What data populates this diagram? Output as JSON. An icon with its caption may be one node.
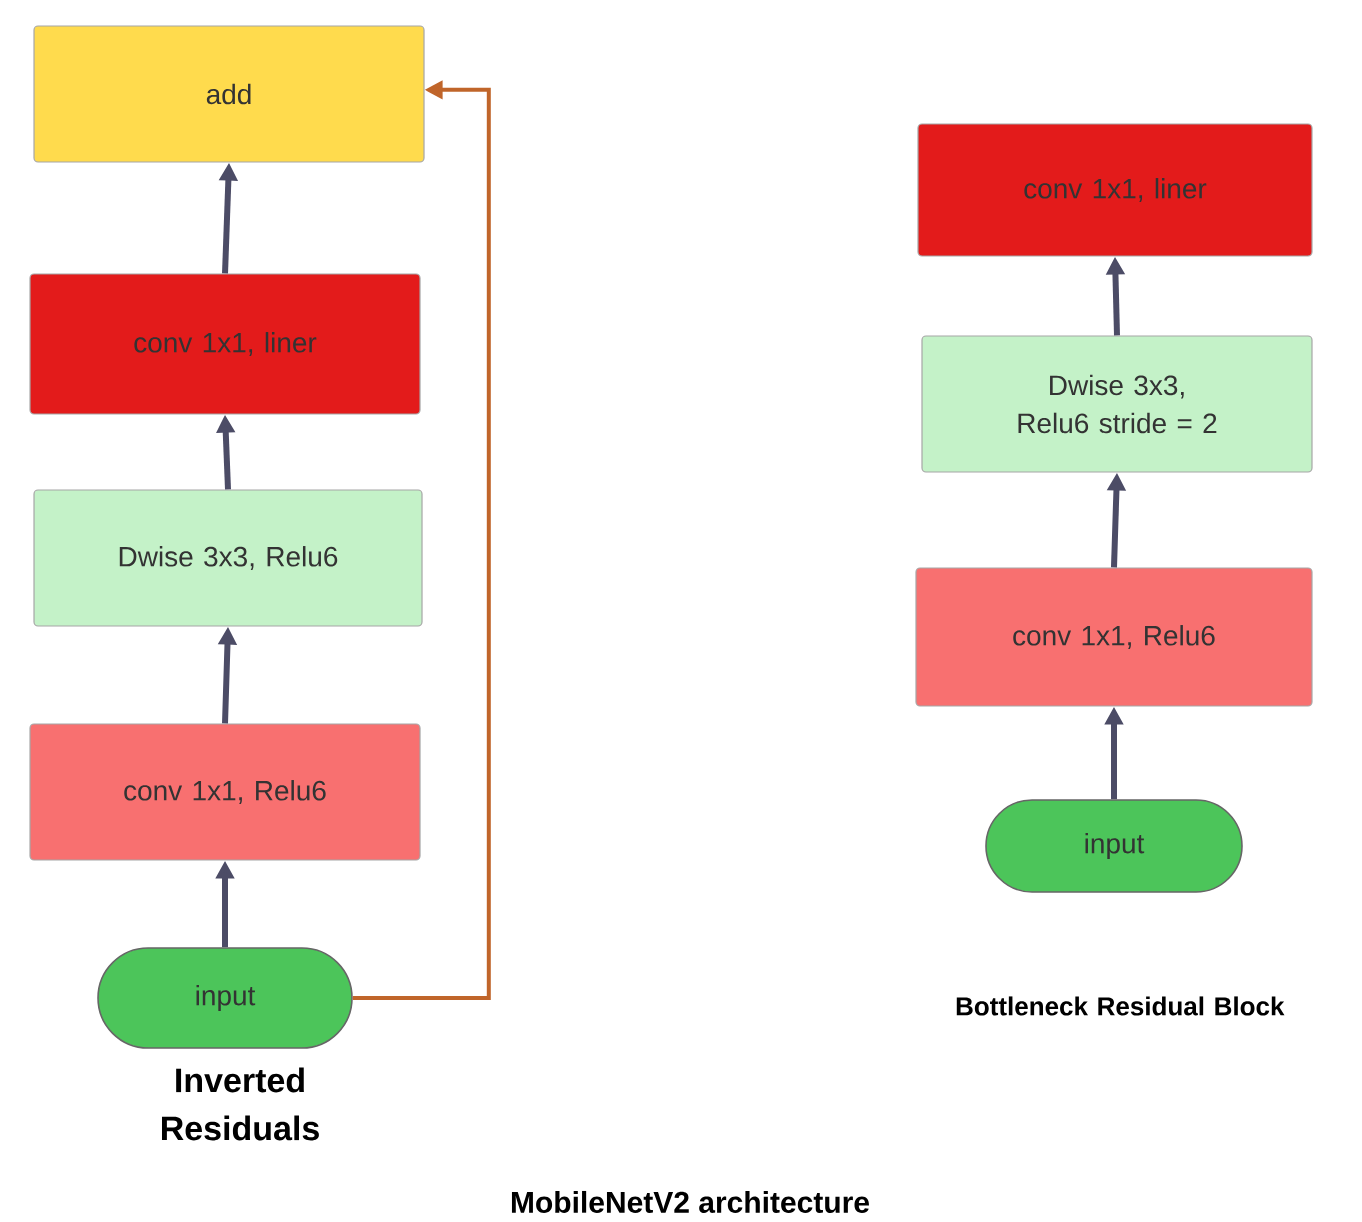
{
  "diagram": {
    "caption": "MobileNetV2 architecture",
    "nodes": [
      {
        "text": [
          "add"
        ]
      },
      {
        "text": [
          "conv 1x1, liner"
        ]
      },
      {
        "text": [
          "Dwise 3x3, Relu6"
        ]
      },
      {
        "text": [
          "conv 1x1, Relu6"
        ]
      },
      {
        "text": [
          "input"
        ]
      },
      {
        "text": [
          "conv 1x1, liner"
        ]
      },
      {
        "text": [
          "Dwise 3x3, Relu6 stride = 2"
        ]
      },
      {
        "text": [
          "conv 1x1, Relu6"
        ]
      },
      {
        "text": [
          "input"
        ]
      }
    ],
    "edges": [
      {
        "from": 4,
        "to": 3,
        "arrow": "to"
      },
      {
        "from": 3,
        "to": 2,
        "arrow": "to"
      },
      {
        "from": 2,
        "to": 1,
        "arrow": "to"
      },
      {
        "from": 1,
        "to": 0,
        "arrow": "to"
      },
      {
        "from": 4,
        "to": 0,
        "arrow": "to",
        "color": "#c0652a"
      },
      {
        "from": 8,
        "to": 7,
        "arrow": "to"
      },
      {
        "from": 7,
        "to": 6,
        "arrow": "to"
      },
      {
        "from": 6,
        "to": 5,
        "arrow": "to"
      }
    ],
    "labels": [
      "Inverted Residuals",
      "Bottleneck Residual Block"
    ]
  }
}
